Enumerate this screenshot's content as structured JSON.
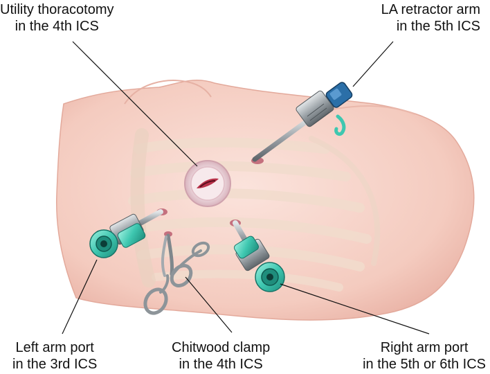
{
  "labels": {
    "utility": {
      "line1": "Utility thoracotomy",
      "line2": "in the 4th ICS"
    },
    "la_arm": {
      "line1": "LA retractor arm",
      "line2": "in the 5th ICS"
    },
    "left_port": {
      "line1": "Left arm port",
      "line2": "in the 3rd ICS"
    },
    "chitwood": {
      "line1": "Chitwood clamp",
      "line2": "in the 4th ICS"
    },
    "right_port": {
      "line1": "Right arm port",
      "line2": "in the 5th or 6th ICS"
    }
  },
  "colors": {
    "skin": "#f6d2c8",
    "skin_shadow": "#e9b4a8",
    "rib": "#f3e2d4",
    "metal": "#9aa1a6",
    "port_teal": "#3ec7b0",
    "retractor_blue": "#2b6fa8",
    "incision": "#b8324a",
    "leader": "#111111"
  }
}
